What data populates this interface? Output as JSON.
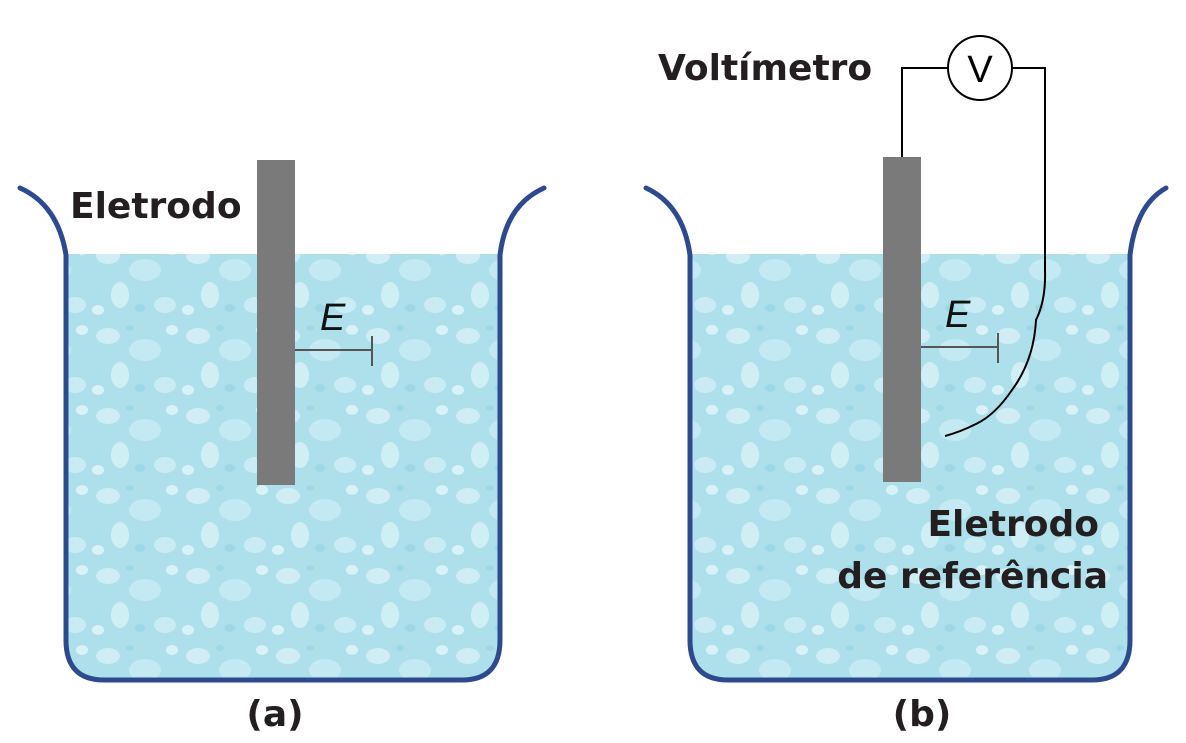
{
  "panel_a": {
    "electrode_label": "Eletrodo",
    "potential_label": "E",
    "caption": "(a)"
  },
  "panel_b": {
    "voltmeter_label": "Voltímetro",
    "voltmeter_symbol": "V",
    "potential_label": "E",
    "reference_label_line1": "Eletrodo",
    "reference_label_line2": "de referência",
    "caption": "(b)"
  },
  "colors": {
    "beaker_outline": "#2e4a8e",
    "liquid": "#aee0ec",
    "bubble": "#d8f2f8",
    "electrode": "#7a7a7a",
    "wire": "#000000",
    "text": "#231f20"
  }
}
